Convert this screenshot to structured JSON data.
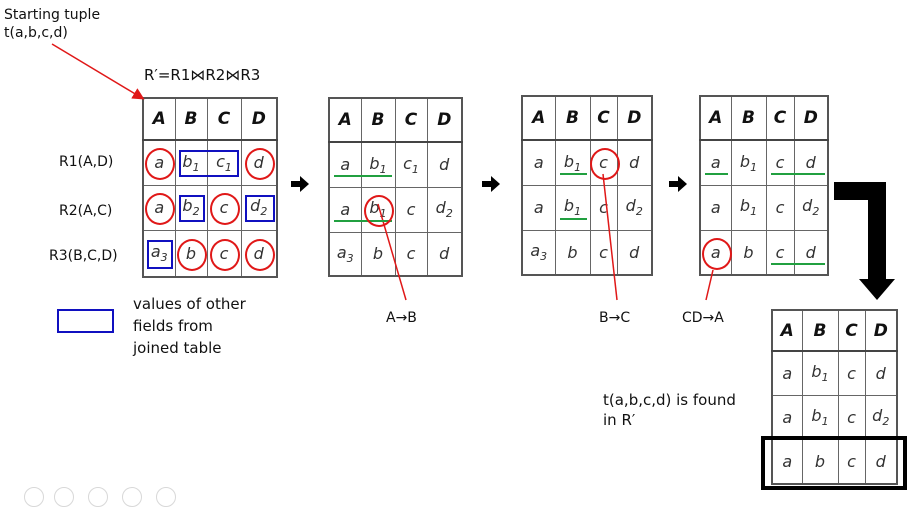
{
  "title": {
    "line1": "Starting tuple",
    "line2": "t(a,b,c,d)"
  },
  "formula": "R′=R1⋈R2⋈R3",
  "headers": [
    "A",
    "B",
    "C",
    "D"
  ],
  "row_labels": [
    "R1(A,D)",
    "R2(A,C)",
    "R3(B,C,D)"
  ],
  "legend": {
    "text_lines": [
      "values of other",
      "fields from",
      "joined table"
    ]
  },
  "fd_labels": [
    "A→B",
    "B→C",
    "CD→A"
  ],
  "found_text": {
    "line1": "t(a,b,c,d) is found",
    "line2": "in R′"
  },
  "tables": [
    {
      "rows": [
        [
          "a",
          "b1",
          "c1",
          "d"
        ],
        [
          "a",
          "b2",
          "c",
          "d2"
        ],
        [
          "a3",
          "b",
          "c",
          "d"
        ]
      ]
    },
    {
      "rows": [
        [
          "a",
          "b1",
          "c1",
          "d"
        ],
        [
          "a",
          "b1",
          "c",
          "d2"
        ],
        [
          "a3",
          "b",
          "c",
          "d"
        ]
      ]
    },
    {
      "rows": [
        [
          "a",
          "b1",
          "c",
          "d"
        ],
        [
          "a",
          "b1",
          "c",
          "d2"
        ],
        [
          "a3",
          "b",
          "c",
          "d"
        ]
      ]
    },
    {
      "rows": [
        [
          "a",
          "b1",
          "c",
          "d"
        ],
        [
          "a",
          "b1",
          "c",
          "d2"
        ],
        [
          "a",
          "b",
          "c",
          "d"
        ]
      ]
    },
    {
      "rows": [
        [
          "a",
          "b1",
          "c",
          "d"
        ],
        [
          "a",
          "b1",
          "c",
          "d2"
        ],
        [
          "a",
          "b",
          "c",
          "d"
        ]
      ]
    }
  ],
  "colors": {
    "circle": "#e01818",
    "box": "#1010c0",
    "underline": "#21a040",
    "arrow": "#000000"
  }
}
